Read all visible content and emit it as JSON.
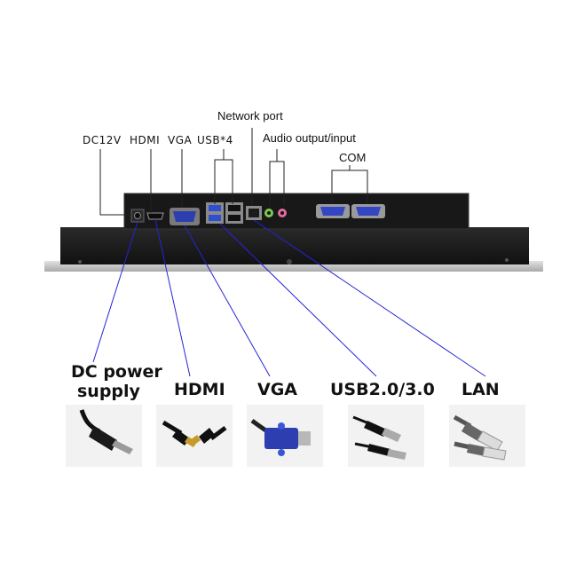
{
  "port_labels": {
    "dc12v": "DC12V",
    "hdmi": "HDMI",
    "vga": "VGA",
    "usb4": "USB*4",
    "network_port": "Network port",
    "audio": "Audio output/input",
    "com": "COM"
  },
  "cable_labels": {
    "dc_power_line1": "DC power",
    "dc_power_line2": "supply",
    "hdmi": "HDMI",
    "vga": "VGA",
    "usb": "USB2.0/3.0",
    "lan": "LAN"
  },
  "colors": {
    "connector_line": "#2424d6",
    "bracket_line": "#222222",
    "panel_body": "#1c1c1c",
    "panel_bezel": "#c9c9c9",
    "vga_blue": "#2d3fb0"
  },
  "icons": [
    "dc-plug-icon",
    "hdmi-cable-icon",
    "vga-cable-icon",
    "usb-cable-icon",
    "lan-cable-icon"
  ]
}
